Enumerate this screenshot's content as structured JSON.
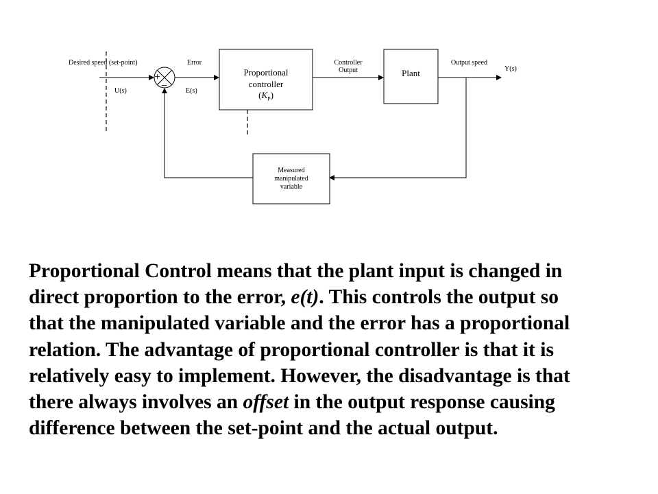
{
  "diagram": {
    "labels": {
      "desired_speed": "Desired speed (set-point)",
      "error": "Error",
      "controller_output_line1": "Controller",
      "controller_output_line2": "Output",
      "output_speed": "Output speed",
      "y_s": "Y(s)",
      "u_s": "U(s)",
      "e_s": "E(s)"
    },
    "summing_junction": {
      "plus_sign": "+",
      "minus_sign": "−"
    },
    "controller_block": {
      "line1": "Proportional",
      "line2": "controller",
      "gain_symbol": "K",
      "gain_subscript": "P"
    },
    "plant_block": {
      "label": "Plant"
    },
    "feedback_block": {
      "line1": "Measured",
      "line2": "manipulated",
      "line3": "variable"
    }
  },
  "paragraph": {
    "line1": "Proportional Control means that the plant input is changed in",
    "line2_a": "direct proportion to the error, ",
    "line2_italic": "e(t)",
    "line2_b": ". This controls the output so",
    "line3": "that the manipulated variable and the error has a proportional",
    "line4": "relation. The advantage of proportional controller is that it is",
    "line5": "relatively easy to implement. However, the disadvantage is that",
    "line6_a": "there always involves an ",
    "line6_italic": "offset",
    "line6_b": " in the output response causing",
    "line7": "difference between the set-point and the actual output."
  }
}
